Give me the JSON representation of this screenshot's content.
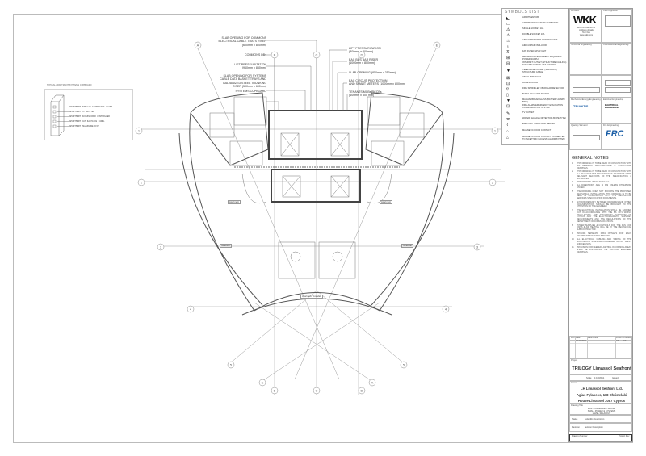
{
  "drawing": {
    "grid_labels": {
      "top": [
        "A",
        "B",
        "C",
        "D",
        "E"
      ],
      "sides": [
        "1",
        "2",
        "3",
        "4"
      ],
      "bottom": [
        "5",
        "5",
        "E",
        "B",
        "C",
        "D",
        "A"
      ]
    },
    "leader_notes_left": [
      "SLAB OPENING FOR COMMONS\nELECTRICAL CABLE TRAYS RISER\n(600mm x 800mm)",
      "COMMONS DBs",
      "LIFT PRESSURIZATION\n(960mm x 850mm)",
      "SLAB OPENING FOR SYSTEMS\nCABLE DATA BASKET TRAYS AND\nGALVANIZED STEEL TRUNKING\nRISER (500mm x 600mm)",
      "SYSTEMS CUPBOARD"
    ],
    "leader_notes_right": [
      "LIFT PRESSURIZATION\n(800mm x 800mm)",
      "EAC BUS BAR RISER\n(1000mm x 800mm)",
      "SLAB OPENING (850mm x 350mm)",
      "EAC CIRCUIT PROTECTION\nAND SMART METERS (1000mm x 800mm)",
      "TENANTS MCBs/RCCBs\n(600mm x 300 mm)"
    ],
    "riser_diagram": {
      "title": "TYPICAL APARTMENT SYSTEMS CUPBOARD",
      "items": [
        "APARTMENT BURGLAR ALARM/FIRE ALARM",
        "APARTMENT TV SPLITER",
        "APARTMENT ACCESS DOOR CONTROLLER",
        "APARTMENT CAT 6A PATCH PANEL",
        "APARTMENT TELEPHONE O/P"
      ]
    },
    "room_tags": [
      "Apartment",
      "Apartment",
      "Verandah",
      "Verandah",
      "Apartment Verandah"
    ]
  },
  "symbols_list": {
    "title": "SYMBOLS LIST",
    "items": [
      {
        "icon": "◣",
        "label": "APARTMENT DB"
      },
      {
        "icon": "▭",
        "label": "APARTMENT SYSTEMS CUPBOARD"
      },
      {
        "icon": "⚠",
        "label": "SINGLE SOCKET 13A"
      },
      {
        "icon": "⚠",
        "label": "DOUBLE SOCKET 13A"
      },
      {
        "icon": "♨",
        "label": "AIR CONDITIONER CONTROL UNIT"
      },
      {
        "icon": "♁",
        "label": "AIR CURTAIN ISOLATOR"
      },
      {
        "icon": "⊼",
        "label": "FAN FUSED SPUR UNIT"
      },
      {
        "icon": "⊞",
        "label": "MECHANICAL EQUIPMENT REQUIRING POWER SUPPLY"
      },
      {
        "icon": "⊟",
        "label": "INTERNET OUTLET (STRUCTURE CABLING)\nFOR APPLICATION LIFT CONTROL"
      },
      {
        "icon": "▼",
        "label": "TELEPHONE OUTLET (SEMI-DATA) STRUCTURE CABLE"
      },
      {
        "icon": "⊠",
        "label": "VIDEO INTERCOM"
      },
      {
        "icon": "⊡",
        "label": "ACCESS DOOR"
      },
      {
        "icon": "⍢",
        "label": "FIRE SPRINKLER / BURGLAR DETECTOR"
      },
      {
        "icon": "▯",
        "label": "BURGLAR ALARM KEYPAD"
      },
      {
        "icon": "▼",
        "label": "MANUAL BREAK GLASS (BATTERY ALARM BELL)"
      },
      {
        "icon": "⊡",
        "label": "FIRE ALARM EMERGENCY EVACUATION\nCOMMUNICATION SYSTEM"
      },
      {
        "icon": "✎",
        "label": "TV OUTLET"
      },
      {
        "icon": "⬭",
        "label": "WATER LEAKAGE DETECTOR (ROPE TYPE)"
      },
      {
        "icon": "⌇",
        "label": "ELECTRIC TOWEL RAIL HEATER"
      },
      {
        "icon": "⌂",
        "label": "MAGNETIC DOOR CONTACT"
      },
      {
        "icon": "⌂",
        "label": "MAGNETIC DOOR CONTACT CONNECTED\nTO INCEPTION (ACCESS) ALARM SYSTEM"
      }
    ]
  },
  "title_block": {
    "architect_caption": "Architect",
    "architect_logo": "WKK",
    "architect_sub": "WKK Architects Ltd\nAddress details\nTel / Fax\nwww.wkk.com",
    "client_caption": "Client Approval",
    "structural_caption": "Structural Engineering",
    "civil_caption": "Civil/Structural Engineering",
    "mep_caption": "Mechanical/Energy Engineering",
    "electrical_caption": "Electrical Engineering",
    "mep_logo": "TRIANTIS",
    "electrical_logo": "ELECTRICAL ENGINEERING",
    "cost_caption": "Quantity Surveyor",
    "fire_caption": "Fire Engineering",
    "fire_logo": "FRC",
    "general_notes_title": "GENERAL NOTES",
    "general_notes": [
      "THIS DRAWING IS TO BE READ IN CONJUNCTION WITH ALL RELEVANT ARCHITECTURAL & STRUCTURAL DRAWINGS.",
      "THIS DRAWING IS TO BE READ IN CONJUNCTION WITH ALL RELEVANT BUILDING SERVICES DRAWINGS & THE RELEVANT SECTIONS OF THE SPECIFICATION & SCHEDULES.",
      "THIS DRAWING IS NOT TO SCALE.",
      "ALL DIMENSIONS ARE IN MM UNLESS OTHERWISE STATED.",
      "THE DRAWING DOES NOT INDICATE THE PROPOSED MECHANICAL INSTALLATION. THIS DRAWING IS TO BE READ IN CONJUNCTION WITH THE MECHANICAL SERVICES SPECIFICATION DOCUMENTS.",
      "ANY DISCREPANCY BETWEEN DRAWINGS AND OTHER DOCUMENTATION SHOULD BE BROUGHT TO THE ATTENTION OF THE ENGINEER.",
      "THE ELECTRICAL INSTALLATION SHALL BE CARRIED OUT IN ACCORDANCE WITH THE BS 7671 WIRING REGULATIONS, THE ELECTRICITY AUTHORITY OF CYPRUS AND THE ELECTROMAGNETIC SERVICES REQUIREMENTS AND THE REGULATIONS OF THE DEPARTMENT OF COMMUNICATIONS.",
      "POWER SUPPLIES & CONTROLS FOR THE FAN COIL UNITS & AIR HEATING WILL BE BY THE MECHANICAL SUB-CONTRACTOR.",
      "PROVIDE SEPARATE DATA OUTLETS FOR EACH APARTMENT SYSTEM CUPBOARD.",
      "ALL ELECTRICAL CABLING AND WIRING OF THE APARTMENTS SHALL BE CONCEALED WITHIN WALLS AND CEILINGS.",
      "PROVISION FOR FEEDER LIGHTING IN COMMON AREAS SHALL BE FOLLOWING THE LIGHTING ENGINEER DRAWINGS."
    ],
    "revision_headers": [
      "Rev",
      "Date",
      "Description",
      "Drawn",
      "Checked"
    ],
    "revision_rows": [
      [
        "-",
        "00.00.0000",
        "",
        "XX",
        "XX"
      ]
    ],
    "project_caption": "Project",
    "project_name": "TRILOGY Limassol Seafront",
    "scale_label": "Scale",
    "scale_value": "1:100@A1",
    "issued_label": "Issued",
    "client_name_caption": "Client",
    "client_name": "LH Limassol Seafront Ltd.\nAgias Fylaxeos, 118 Christelaki\nHouse Limassol 3087 Cyprus",
    "drawing_title_caption": "Drawing Title",
    "drawing_title": "EAST TOWER PENTHOUSE\nSMALL POWER & SYSTEMS\nLEVEL 31 LAYOUT",
    "status_label": "Status",
    "status_value": "suitability Description",
    "revision_label": "Revision",
    "revision_value": "revision Description",
    "drawing_number_label": "Drawing Number",
    "drawing_number_rev": "Project Rev"
  }
}
